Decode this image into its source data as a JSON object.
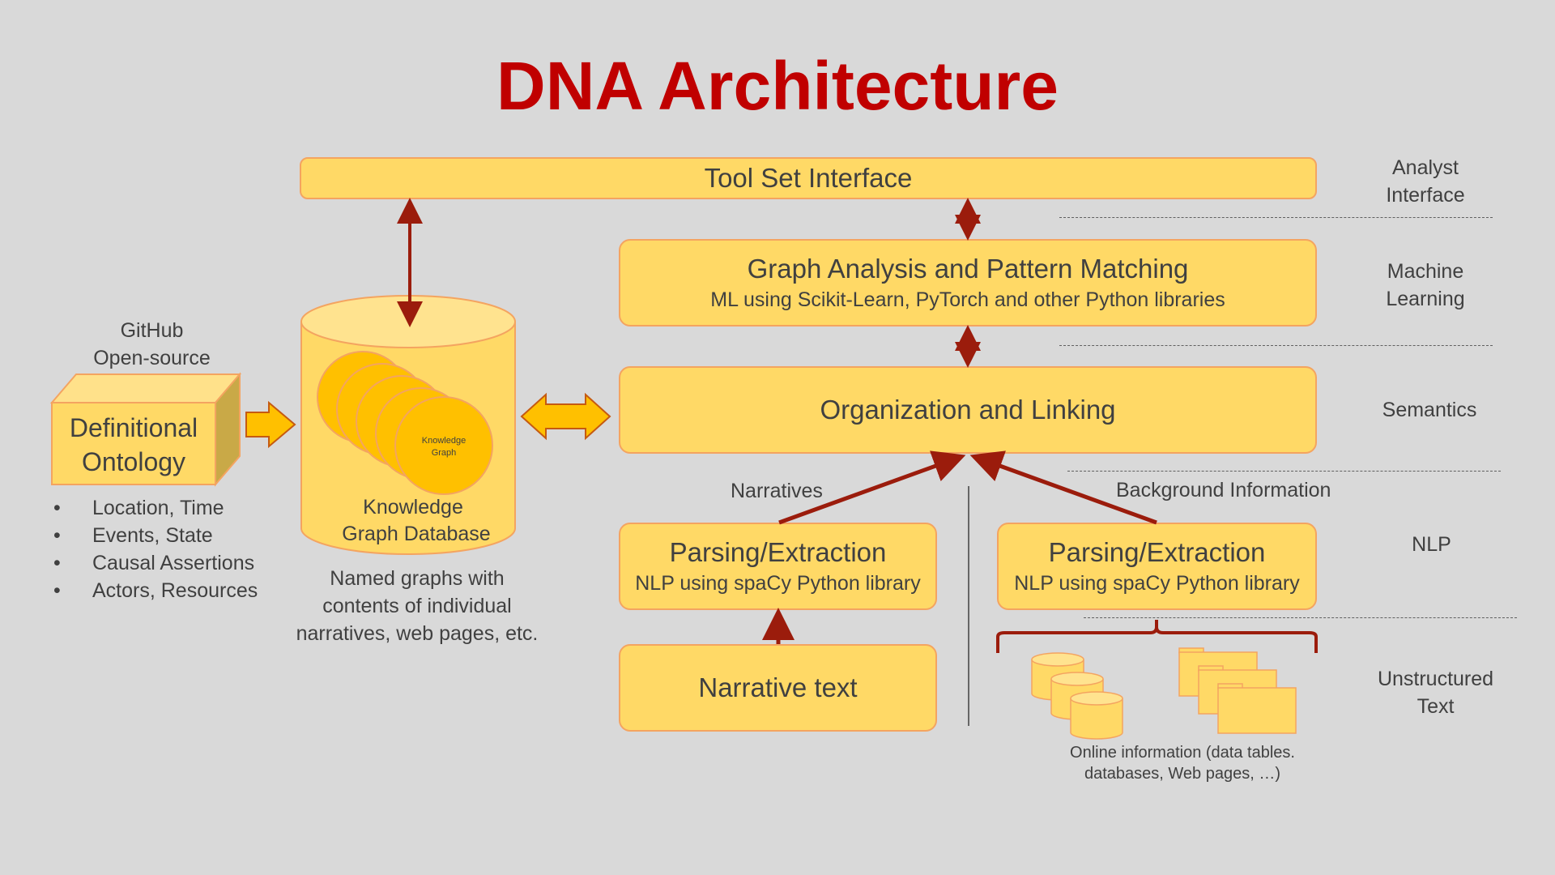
{
  "title": "DNA Architecture",
  "layers": {
    "analyst": "Analyst Interface",
    "ml": "Machine Learning",
    "semantics": "Semantics",
    "nlp": "NLP",
    "unstructured": "Unstructured Text"
  },
  "toolset": {
    "label": "Tool Set Interface"
  },
  "graph_analysis": {
    "title": "Graph Analysis and Pattern Matching",
    "subtitle": "ML using Scikit-Learn, PyTorch and other Python libraries"
  },
  "organization": {
    "label": "Organization and Linking"
  },
  "parsing_left": {
    "title": "Parsing/Extraction",
    "subtitle": "NLP using spaCy Python library"
  },
  "parsing_right": {
    "title": "Parsing/Extraction",
    "subtitle": "NLP using spaCy Python library"
  },
  "narrative_text": {
    "label": "Narrative text"
  },
  "labels": {
    "narratives": "Narratives",
    "background": "Background Information",
    "github": "GitHub",
    "open_source": "Open-source",
    "online_info_1": "Online information (data tables.",
    "online_info_2": "databases, Web pages, …)"
  },
  "ontology": {
    "title_line1": "Definitional",
    "title_line2": "Ontology",
    "items": [
      "Location, Time",
      "Events, State",
      "Causal Assertions",
      "Actors, Resources"
    ]
  },
  "knowledge_db": {
    "disc_label_1": "Knowledge",
    "disc_label_2": "Graph",
    "label_line1": "Knowledge",
    "label_line2": "Graph Database",
    "caption_line1": "Named graphs with",
    "caption_line2": "contents of individual",
    "caption_line3": "narratives, web pages, etc."
  },
  "colors": {
    "background": "#d9d9d9",
    "box_fill": "#ffd966",
    "box_border": "#f4a460",
    "title": "#c00000",
    "arrow": "#9b1c0c",
    "disc_fill": "#ffc000"
  }
}
